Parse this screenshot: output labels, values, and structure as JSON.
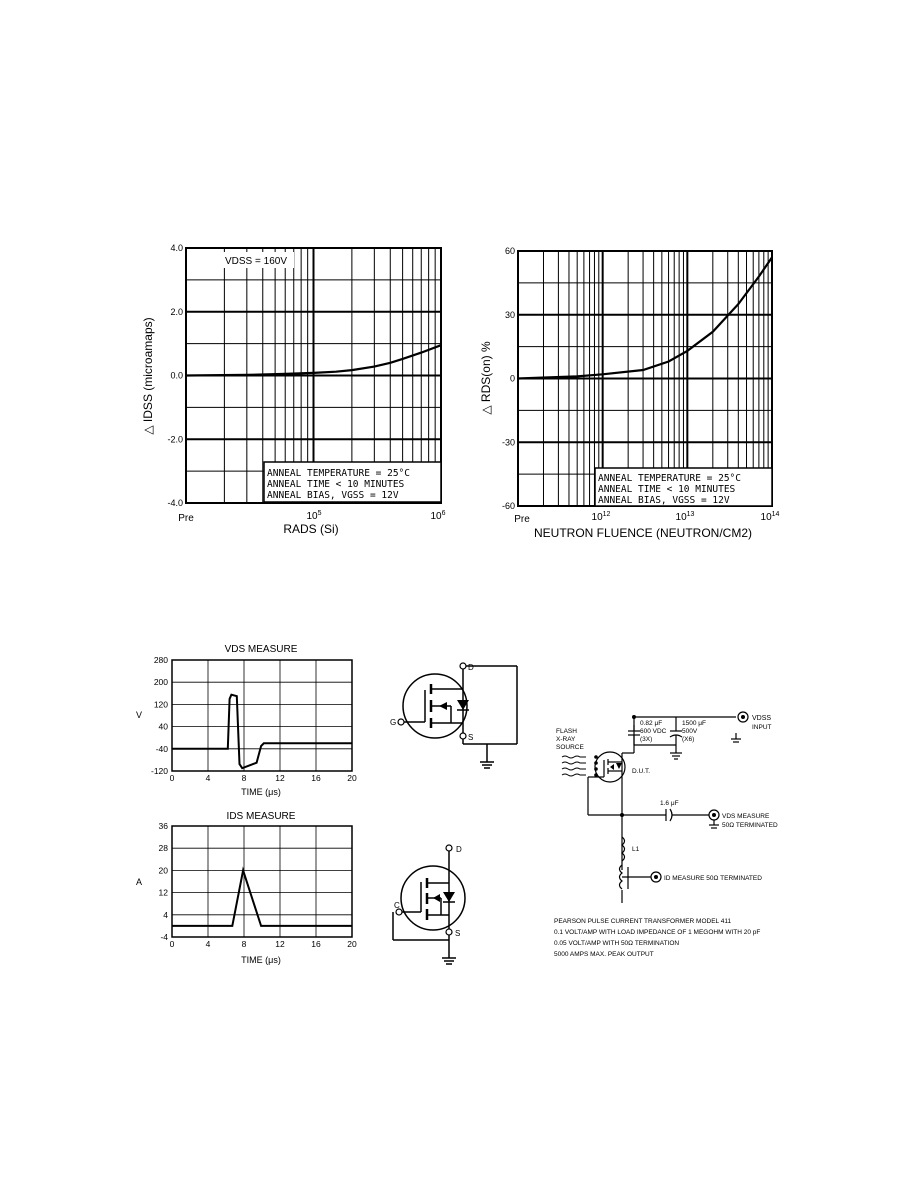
{
  "colors": {
    "ink": "#000000",
    "paper": "#ffffff"
  },
  "chart_data": [
    {
      "type": "line",
      "id": "idss-vs-dose",
      "xscale": "log",
      "ylabel": "△ IDSS (microamaps)",
      "xlabel": "RADS (Si)",
      "annotation": "VDSS = 160V",
      "ylim": [
        -4.0,
        4.0
      ],
      "xlim": [
        10000,
        1000000
      ],
      "y_ticks": [
        4.0,
        2.0,
        0.0,
        -2.0,
        -4.0
      ],
      "y_tick_labels": [
        "4.0",
        "2.0",
        "0.0",
        "-2.0",
        "-4.0"
      ],
      "x_tick_labels": [
        "Pre",
        "10^5",
        "10^6"
      ],
      "grid": true,
      "legend_box": [
        "ANNEAL TEMPERATURE = 25°C",
        "ANNEAL TIME < 10 MINUTES",
        "ANNEAL BIAS, VGSS = 12V"
      ],
      "x": [
        10000,
        30000,
        60000,
        100000,
        150000,
        200000,
        300000,
        400000,
        500000,
        700000,
        1000000
      ],
      "y": [
        0.0,
        0.02,
        0.05,
        0.08,
        0.12,
        0.17,
        0.28,
        0.4,
        0.52,
        0.72,
        0.95
      ]
    },
    {
      "type": "line",
      "id": "rdson-vs-fluence",
      "xscale": "log",
      "ylabel": "△ RDS(on) %",
      "xlabel": "NEUTRON FLUENCE (NEUTRON/CM2)",
      "ylim": [
        -60,
        60
      ],
      "xlim": [
        100000000000,
        100000000000000
      ],
      "y_ticks": [
        60,
        30,
        0,
        -30,
        -60
      ],
      "y_tick_labels": [
        "60",
        "30",
        "0",
        "-30",
        "-60"
      ],
      "x_tick_labels": [
        "Pre",
        "10^12",
        "10^13",
        "10^14"
      ],
      "grid": true,
      "legend_box": [
        "ANNEAL TEMPERATURE = 25°C",
        "ANNEAL TIME < 10 MINUTES",
        "ANNEAL BIAS, VGSS = 12V"
      ],
      "x": [
        100000000000,
        500000000000,
        1000000000000,
        3000000000000,
        6000000000000,
        10000000000000,
        20000000000000,
        40000000000000,
        70000000000000,
        100000000000000
      ],
      "y": [
        0,
        1,
        2,
        4,
        8,
        13,
        22,
        35,
        48,
        57
      ]
    },
    {
      "type": "line",
      "id": "vds-measure",
      "title": "VDS MEASURE",
      "xlabel": "TIME (μs)",
      "ylabel": "V",
      "xlim": [
        0,
        20
      ],
      "ylim": [
        -120,
        280
      ],
      "x_ticks": [
        0,
        4,
        8,
        12,
        16,
        20
      ],
      "y_ticks": [
        280,
        200,
        120,
        40,
        -40,
        -120
      ],
      "y_tick_labels": [
        "280",
        "200",
        "120",
        "40",
        "-40",
        "-120"
      ],
      "grid": true,
      "x": [
        0,
        6.2,
        6.4,
        6.6,
        7.2,
        7.5,
        7.8,
        8.6,
        9.4,
        9.9,
        10.2,
        20
      ],
      "y": [
        -40,
        -40,
        140,
        155,
        150,
        -95,
        -110,
        -100,
        -90,
        -30,
        -20,
        -20
      ]
    },
    {
      "type": "line",
      "id": "ids-measure",
      "title": "IDS MEASURE",
      "xlabel": "TIME (μs)",
      "ylabel": "A",
      "xlim": [
        0,
        20
      ],
      "ylim": [
        -4,
        36
      ],
      "x_ticks": [
        0,
        4,
        8,
        12,
        16,
        20
      ],
      "y_ticks": [
        36,
        28,
        20,
        12,
        4,
        -4
      ],
      "y_tick_labels": [
        "36",
        "28",
        "20",
        "12",
        "4",
        "-4"
      ],
      "grid": true,
      "x": [
        0,
        6.7,
        7.9,
        9.9,
        20
      ],
      "y": [
        0,
        0,
        20,
        0,
        0
      ]
    }
  ],
  "circuits": {
    "top": {
      "drain": "D",
      "gate": "G",
      "source": "S"
    },
    "bottom": {
      "drain": "D",
      "gate": "C",
      "source": "S"
    }
  },
  "test_circuit": {
    "source_label": [
      "FLASH",
      "X-RAY",
      "SOURCE"
    ],
    "dut_label": "D.U.T.",
    "cap1": [
      "0.82 μF",
      "600 VDC",
      "(3X)"
    ],
    "cap2": [
      "1500 μF",
      "500V",
      "(X6)"
    ],
    "vdss_label": "VDSS",
    "input_label": "INPUT",
    "cap3": "1.6 μF",
    "vds_label": "VDS MEASURE",
    "vds_term": "50Ω TERMINATED",
    "l1": "L1",
    "id_label": "ID MEASURE 50Ω TERMINATED",
    "notes": [
      "PEARSON PULSE CURRENT TRANSFORMER MODEL 411",
      "0.1 VOLT/AMP WITH LOAD IMPEDANCE OF 1 MEGOHM WITH 20 pF",
      "0.05 VOLT/AMP WITH 50Ω TERMINATION",
      "5000 AMPS MAX. PEAK OUTPUT"
    ]
  }
}
